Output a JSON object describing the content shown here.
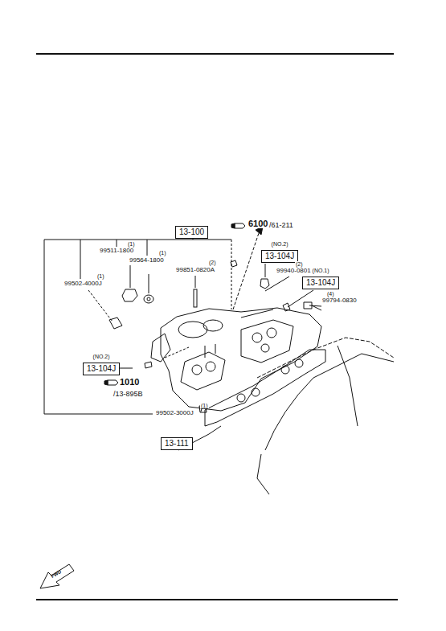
{
  "diagram": {
    "nodes": [
      {
        "text": [
          "13-100"
        ]
      },
      {
        "text": [
          "(NO.2)",
          "13-104J"
        ]
      },
      {
        "text": [
          "(NO.1)",
          "13-104J"
        ]
      },
      {
        "text": [
          "(NO.2)",
          "13-104J"
        ]
      },
      {
        "text": [
          "13-111"
        ]
      }
    ],
    "labels": [
      "6100",
      "/61-211",
      "(1)",
      "99511-1800",
      "(1)",
      "99564-1800",
      "(2)",
      "99851-0820A",
      "(1)",
      "99502-4000J",
      "(2)",
      "99940-0801",
      "(4)",
      "99794-0830",
      "1010",
      "/13-895B",
      "(1)",
      "99502-3000J",
      "FWD"
    ]
  }
}
